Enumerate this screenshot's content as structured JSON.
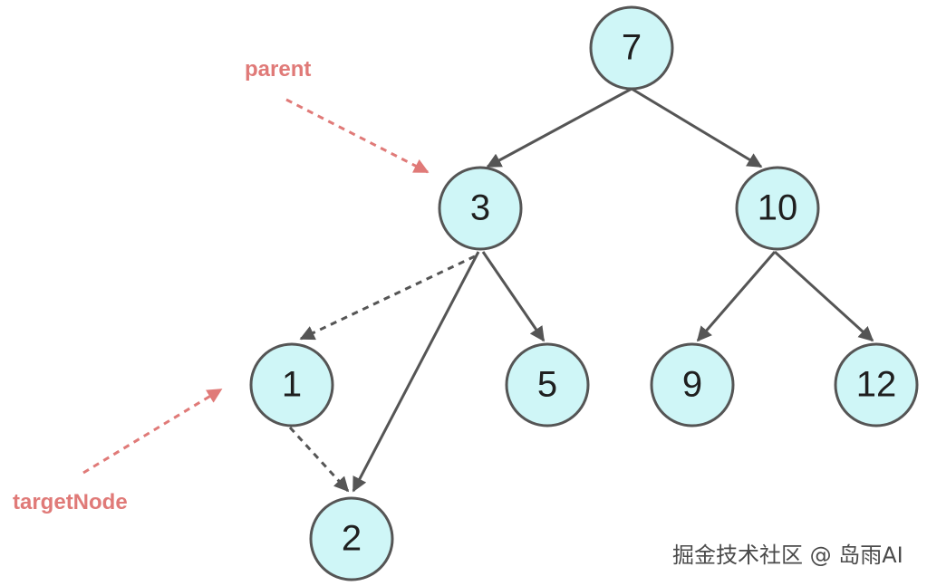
{
  "diagram": {
    "nodes": {
      "n7": "7",
      "n3": "3",
      "n10": "10",
      "n1": "1",
      "n5": "5",
      "n9": "9",
      "n12": "12",
      "n2": "2"
    },
    "pointers": {
      "parent": "parent",
      "target": "targetNode"
    },
    "watermark": "掘金技术社区 @ 岛雨AI"
  }
}
